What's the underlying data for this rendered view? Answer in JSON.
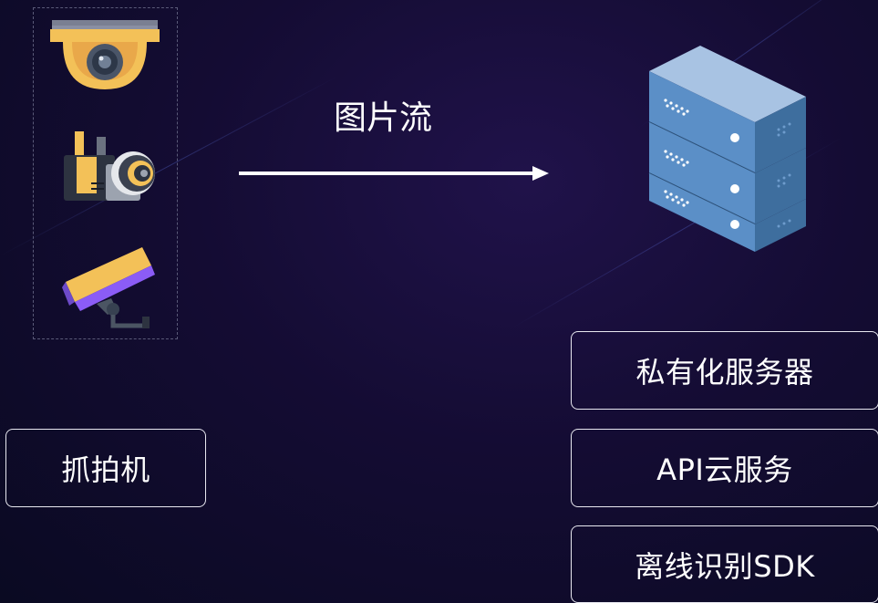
{
  "diagram": {
    "flow_label": "图片流",
    "source_label": "抓拍机",
    "targets": [
      "私有化服务器",
      "API云服务",
      "离线识别SDK"
    ]
  },
  "icons": {
    "camera_1": "dome-camera-icon",
    "camera_2": "industrial-camera-icon",
    "camera_3": "bullet-camera-icon",
    "server": "server-rack-icon",
    "arrow": "arrow-right-icon"
  },
  "colors": {
    "background": "#140c33",
    "box_border": "#e8e8f0",
    "dashed_border": "#5a5a78",
    "server_blue": "#5b8fc7"
  }
}
